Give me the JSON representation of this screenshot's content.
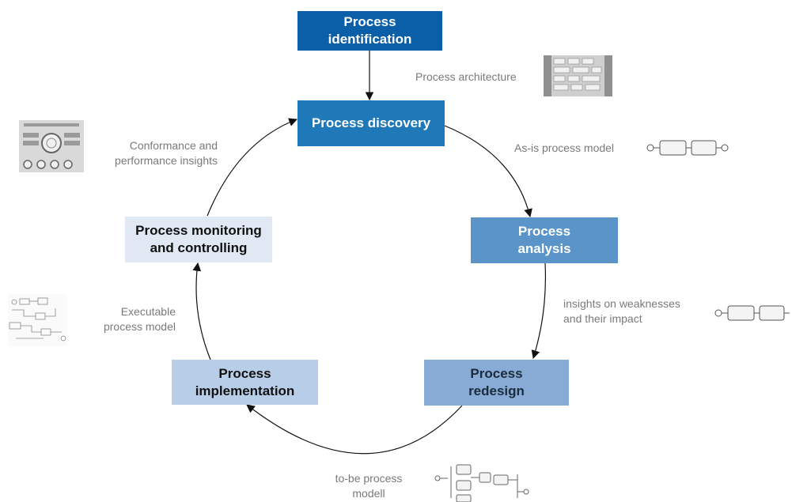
{
  "phases": {
    "identification": "Process\nidentification",
    "discovery": "Process discovery",
    "analysis": "Process\nanalysis",
    "redesign": "Process\nredesign",
    "implementation": "Process\nimplementation",
    "monitoring": "Process monitoring\nand controlling"
  },
  "artifacts": {
    "architecture": "Process architecture",
    "asis": "As-is process model",
    "insights": "insights on weaknesses\nand their impact",
    "tobe": "to-be process\nmodell",
    "executable": "Executable\nprocess model",
    "conformance": "Conformance and\nperformance insights"
  },
  "colors": {
    "identification": "#0a5fa8",
    "discovery": "#1f78b8",
    "analysis": "#5a94c9",
    "redesign": "#87abd5",
    "implementation": "#b7cde8",
    "monitoring": "#dfe8f3"
  }
}
